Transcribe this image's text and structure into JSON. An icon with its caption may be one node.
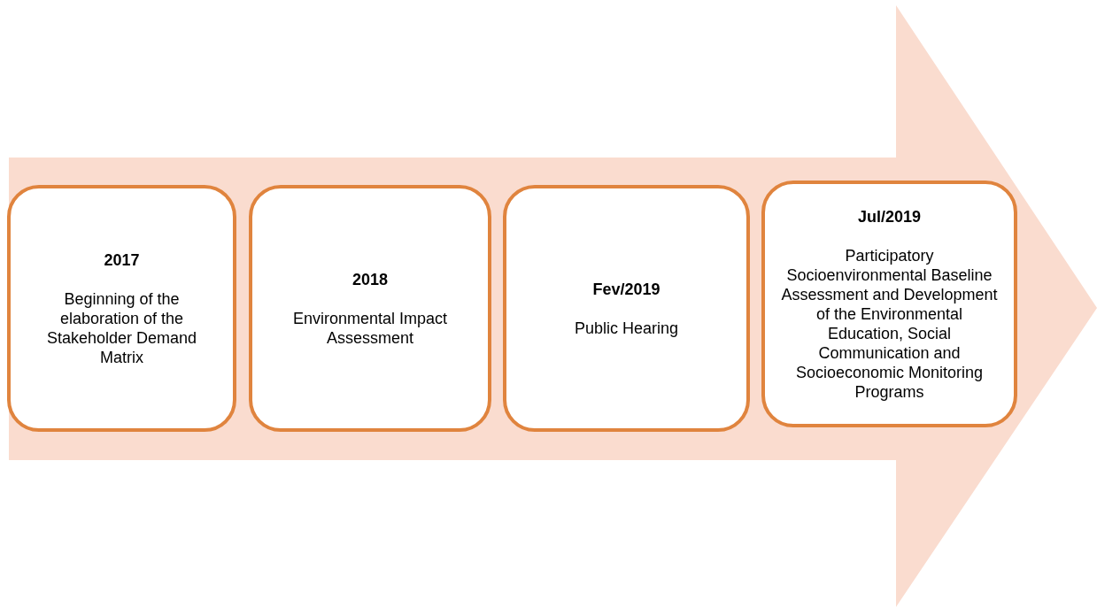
{
  "diagram": {
    "nodes": [
      {
        "text": [
          "2017",
          "Beginning of the elaboration of the Stakeholder Demand Matrix"
        ]
      },
      {
        "text": [
          "2018",
          "Environmental Impact Assessment"
        ]
      },
      {
        "text": [
          "Fev/2019",
          "Public Hearing"
        ]
      },
      {
        "text": [
          "Jul/2019",
          "Participatory Socioenvironmental Baseline Assessment and Development of the Environmental Education, Social Communication and Socioeconomic Monitoring Programs"
        ]
      }
    ],
    "edges": []
  }
}
